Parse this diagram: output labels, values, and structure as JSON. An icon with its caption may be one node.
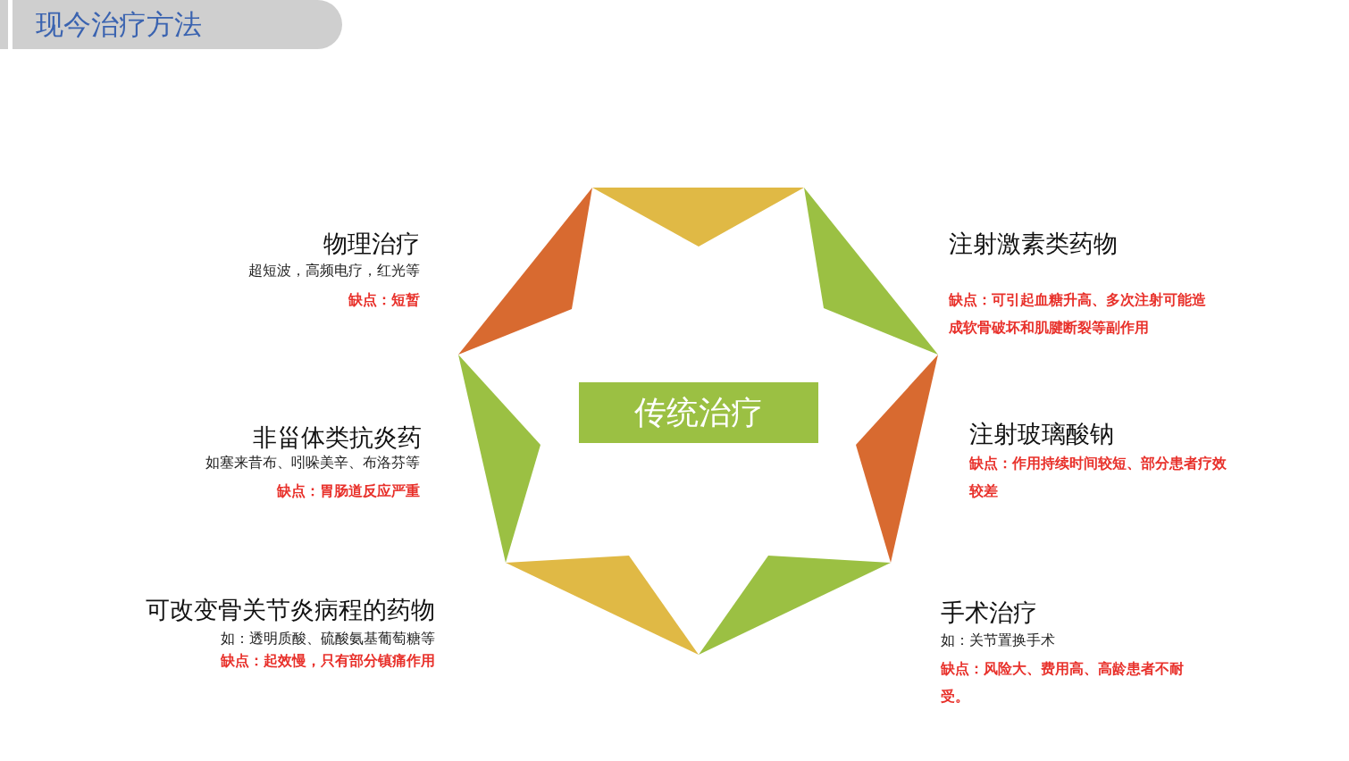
{
  "diagram": {
    "title": "现今治疗方法",
    "nodes": [
      {
        "text": [
          "传统治疗"
        ]
      }
    ],
    "labels": [
      "物理治疗",
      "超短波，高频电疗，红光等",
      "缺点：短暂",
      "注射激素类药物",
      "缺点：可引起血糖升高、多次注射可能造成软骨破坏和肌腱断裂等副作用",
      "非甾体类抗炎药",
      "如塞来昔布、吲哚美辛、布洛芬等",
      "缺点：胃肠道反应严重",
      "注射玻璃酸钠",
      "缺点：作用持续时间较短、部分患者疗效较差",
      "可改变骨关节炎病程的药物",
      "如：透明质酸、硫酸氨基葡萄糖等",
      "缺点：起效慢，只有部分镇痛作用",
      "手术治疗",
      "如：关节置换手术",
      "缺点：风险大、费用高、高龄患者不耐受。"
    ]
  }
}
